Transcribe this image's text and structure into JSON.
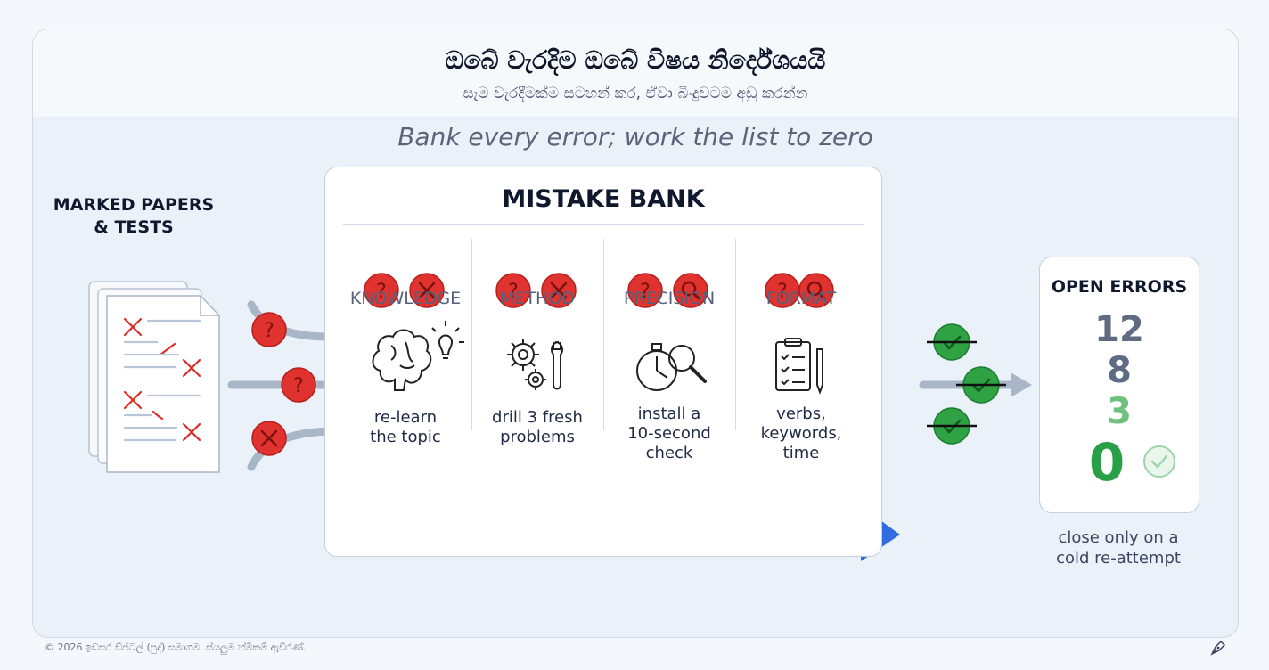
{
  "header": {
    "title": "ඔබේ වැරදිම ඔබේ විෂය නිර්දේශයයි",
    "subtitle": "සෑම වැරදීමක්ම සටහන් කර, ඒවා බිංදුවටම අඩු කරන්න",
    "tagline": "Bank every error; work the list to zero"
  },
  "input": {
    "label_line1": "MARKED PAPERS",
    "label_line2": "& TESTS",
    "incoming_markers": [
      "question-icon",
      "question-icon",
      "cross-icon"
    ]
  },
  "mistake_bank": {
    "title": "MISTAKE BANK",
    "categories": [
      {
        "label": "KNOWLEDGE",
        "icons": [
          "question-icon",
          "cross-icon"
        ],
        "illustration": "brain-lightbulb-icon",
        "fix": [
          "re-learn",
          "the topic"
        ]
      },
      {
        "label": "METHOD",
        "icons": [
          "question-icon",
          "cross-icon"
        ],
        "illustration": "gears-wrench-icon",
        "fix": [
          "drill 3 fresh",
          "problems"
        ]
      },
      {
        "label": "PRECISION",
        "icons": [
          "question-icon",
          "magnifier-icon"
        ],
        "illustration": "stopwatch-magnifier-icon",
        "fix": [
          "install a",
          "10-second",
          "check"
        ]
      },
      {
        "label": "FORMAT",
        "icons": [
          "question-icon",
          "magnifier-icon"
        ],
        "illustration": "checklist-pen-icon",
        "fix": [
          "verbs,",
          "keywords,",
          "time"
        ]
      }
    ],
    "resolution_markers": [
      "question-icon",
      "check-icon",
      "question-icon",
      "check-struck-icon"
    ]
  },
  "outgoing_markers": [
    "check-struck-icon",
    "check-struck-icon",
    "check-struck-icon"
  ],
  "open_errors": {
    "title": "OPEN ERRORS",
    "counts": [
      "12",
      "8",
      "3",
      "0"
    ],
    "colors": [
      "#5f6b82",
      "#5f6b82",
      "#6fbf7f",
      "#27a046"
    ],
    "done_icon": "check-circle-icon",
    "note_line1": "close only on a",
    "note_line2": "cold re-attempt"
  },
  "colors": {
    "error_red": "#e0332f",
    "success_green": "#2fa344",
    "flow_blue": "#2f6de0",
    "arrow_grey": "#a9b6c8"
  },
  "footer": {
    "text": "© 2026 ඉඩසර ඩ්ජ්ටල් (පුද්) සමාගම. ස්යලුම හ්මිකම් ඇව්රණ්."
  }
}
